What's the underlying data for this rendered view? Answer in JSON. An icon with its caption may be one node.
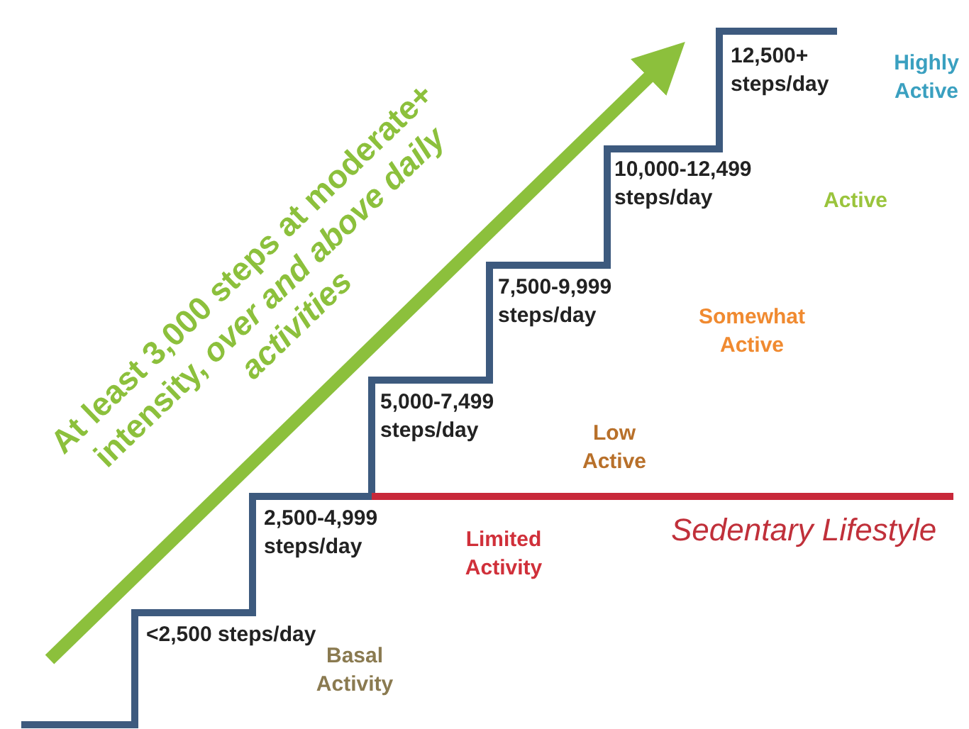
{
  "diagram": {
    "labels": [
      "12,500+ steps/day",
      "Highly Active",
      "10,000-12,499 steps/day",
      "Active",
      "7,500-9,999 steps/day",
      "Somewhat Active",
      "5,000-7,499 steps/day",
      "Low Active",
      "2,500-4,999 steps/day",
      "Limited Activity",
      "Sedentary Lifestyle",
      "<2,500 steps/day",
      "Basal Activity",
      "At least 3,000 steps at moderate+ intensity, *over and above daily activities*"
    ]
  }
}
